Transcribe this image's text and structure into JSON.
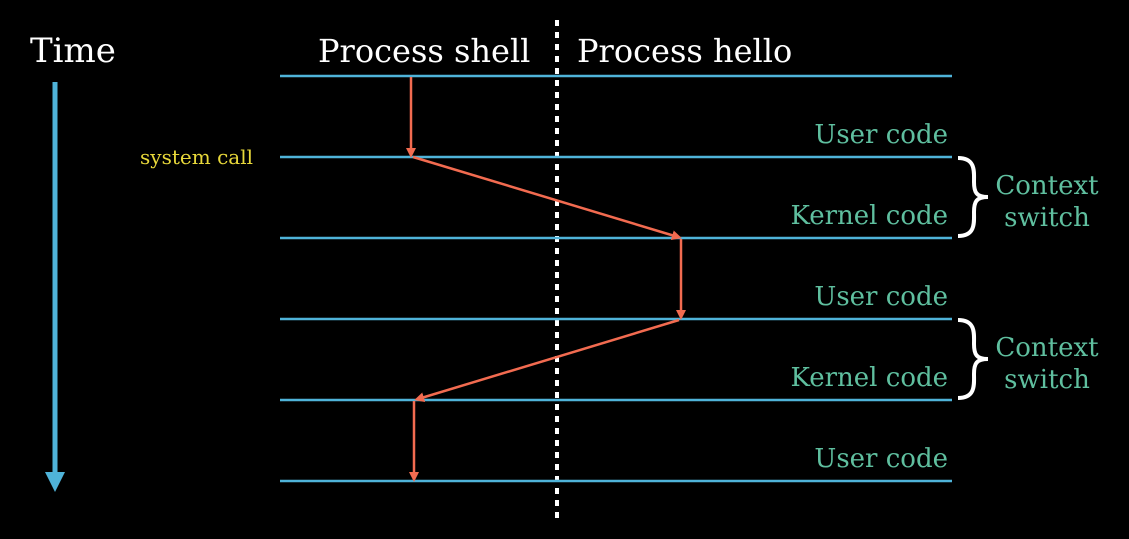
{
  "header": {
    "time_label": "Time",
    "process_left": "Process shell",
    "process_right": "Process hello"
  },
  "annotations": {
    "system_call": "system call"
  },
  "level_labels": [
    "User code",
    "Kernel code",
    "User code",
    "Kernel code",
    "User code"
  ],
  "context_switch": [
    {
      "line1": "Context",
      "line2": "switch"
    },
    {
      "line1": "Context",
      "line2": "switch"
    }
  ],
  "colors": {
    "background": "#000000",
    "timeline": "#4fb3d9",
    "flow_arrow": "#f26b50",
    "level_label": "#5fbf9f",
    "system_call": "#e8d83a",
    "text": "#ffffff",
    "divider": "#ffffff"
  }
}
